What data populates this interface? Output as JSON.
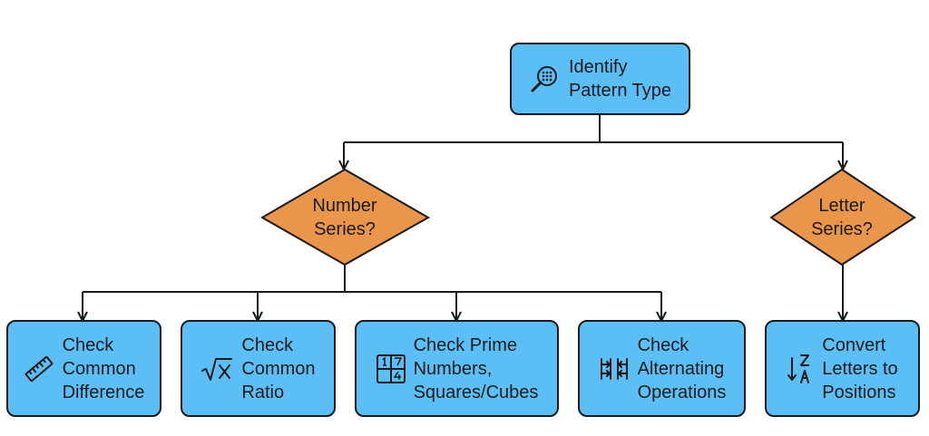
{
  "colors": {
    "process_fill": "#5bbff5",
    "decision_fill": "#e9964b",
    "stroke": "#1a1a1a",
    "background": "#ffffff"
  },
  "root": {
    "icon": "magnifier-dots-icon",
    "lines": [
      "Identify",
      "Pattern Type"
    ]
  },
  "decisions": {
    "number": {
      "lines": [
        "Number",
        "Series?"
      ]
    },
    "letter": {
      "lines": [
        "Letter",
        "Series?"
      ]
    }
  },
  "steps": {
    "difference": {
      "icon": "ruler-icon",
      "lines": [
        "Check",
        "Common",
        "Difference"
      ]
    },
    "ratio": {
      "icon": "square-root-icon",
      "lines": [
        "Check",
        "Common",
        "Ratio"
      ]
    },
    "prime": {
      "icon": "number-grid-icon",
      "lines": [
        "Check Prime",
        "Numbers,",
        "Squares/Cubes"
      ]
    },
    "alternating": {
      "icon": "swap-arrows-icon",
      "lines": [
        "Check",
        "Alternating",
        "Operations"
      ]
    },
    "convert": {
      "icon": "sort-z-a-icon",
      "lines": [
        "Convert",
        "Letters to",
        "Positions"
      ]
    }
  }
}
